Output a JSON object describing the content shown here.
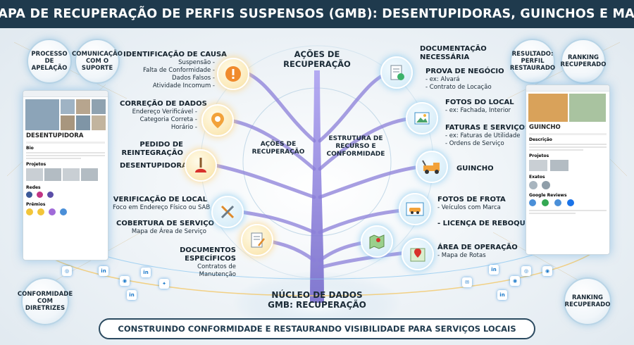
{
  "title": "MAPA DE RECUPERAÇÃO DE PERFIS SUSPENSOS (GMB): DESENTUPIDORAS, GUINCHOS E MAIS",
  "corners": {
    "top_left_1": "PROCESSO DE APELAÇÃO",
    "top_left_2": "COMUNICAÇÃO COM O SUPORTE",
    "top_right_1": "RESULTADO: PERFIL RESTAURADO",
    "top_right_2": "RANKING RECUPERADO",
    "bottom_left": "CONFORMIDADE COM DIRETRIZES",
    "bottom_right": "RANKING RECUPERADO"
  },
  "center": {
    "top": "AÇÕES DE RECUPERAÇÃO",
    "left": "AÇÕES DE RECUPERAÇÃO",
    "right": "ESTRUTURA DE RECURSO E CONFORMIDADE",
    "core": "NÚCLEO DE DADOS GMB: RECUPERAÇÃO"
  },
  "left_items": [
    {
      "heading": "IDENTIFICAÇÃO DE CAUSA",
      "lines": [
        "Suspensão -",
        "Falta de Conformidade -",
        "Dados Falsos -",
        "Atividade Incomum -"
      ]
    },
    {
      "heading": "CORREÇÃO DE DADOS",
      "lines": [
        "Endereço Verificável -",
        "Categoria Correta -",
        "Horário -"
      ]
    },
    {
      "heading": "PEDIDO DE REINTEGRAÇÃO",
      "lines": [],
      "sub": "DESENTUPIDORA"
    },
    {
      "heading": "VERIFICAÇÃO DE LOCAL",
      "lines": [
        "Foco em Endereço Físico ou SAB"
      ]
    },
    {
      "heading": "COBERTURA DE SERVIÇO",
      "lines": [
        "Mapa de Área de Serviço"
      ]
    },
    {
      "heading": "DOCUMENTOS ESPECÍFICOS",
      "lines": [
        "Contratos de Manutenção"
      ]
    }
  ],
  "right_items": [
    {
      "heading": "DOCUMENTAÇÃO NECESSÁRIA",
      "lines": []
    },
    {
      "heading": "PROVA DE NEGÓCIO",
      "lines": [
        "- ex: Alvará",
        "- Contrato de Locação"
      ]
    },
    {
      "heading": "FOTOS DO LOCAL",
      "lines": [
        "- ex: Fachada, Interior"
      ]
    },
    {
      "heading": "FATURAS E SERVIÇOS",
      "lines": [
        "- ex: Faturas de Utilidade",
        "- Ordens de Serviço"
      ]
    },
    {
      "heading": "GUINCHO",
      "lines": []
    },
    {
      "heading": "FOTOS DE FROTA",
      "lines": [
        "- Veículos com Marca"
      ]
    },
    {
      "heading": "- LICENÇA DE REBOQUE",
      "lines": []
    },
    {
      "heading": "ÁREA DE OPERAÇÃO",
      "lines": [
        "- Mapa de Rotas"
      ]
    }
  ],
  "left_panel": {
    "name": "DESENTUPIDORA",
    "section1": "Bio",
    "section2": "Projetos",
    "section3": "Redes",
    "section4": "Prêmios"
  },
  "right_panel": {
    "name": "GUINCHO",
    "section1": "Descrição",
    "section2": "Projetos",
    "section3": "Exatos",
    "section4": "Google Reviews"
  },
  "footer": "CONSTRUINDO CONFORMIDADE E RESTAURANDO VISIBILIDADE PARA SERVIÇOS LOCAIS",
  "colors": {
    "title_bg": "#1f3a4d",
    "tree": "#8b7fd9",
    "glow": "#f3c766",
    "accent": "#1877c9"
  }
}
